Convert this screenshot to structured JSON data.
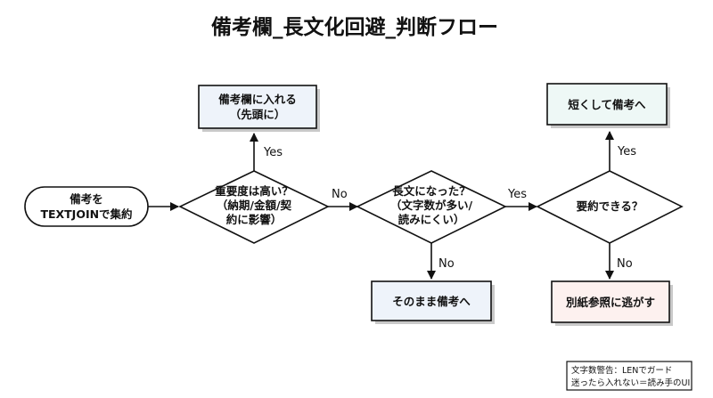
{
  "title": "備考欄_長文化回避_判断フロー",
  "colors": {
    "box_blue": "#eef3fa",
    "box_teal": "#eef8f6",
    "box_red": "#fdf1ef",
    "shadow": "#c9c9c9",
    "line": "#111111"
  },
  "nodes": {
    "start": [
      "備考を",
      "TEXTJOINで集約"
    ],
    "decision1": [
      "重要度は高い？",
      "（納期/金額/契",
      "約に影響）"
    ],
    "decision2": [
      "長文になった？",
      "（文字数が多い/",
      "読みにくい）"
    ],
    "decision3": [
      "要約できる？"
    ],
    "box_insert": [
      "備考欄に入れる",
      "（先頭に）"
    ],
    "box_as_is": [
      "そのまま備考へ"
    ],
    "box_shorten": [
      "短くして備考へ"
    ],
    "box_separate": [
      "別紙参照に逃がす"
    ]
  },
  "edges": {
    "d1_yes": "Yes",
    "d1_no": "No",
    "d2_yes": "Yes",
    "d2_no": "No",
    "d3_yes": "Yes",
    "d3_no": "No"
  },
  "note": [
    "文字数警告：LENでガード",
    "迷ったら入れない＝読み手のUI"
  ]
}
